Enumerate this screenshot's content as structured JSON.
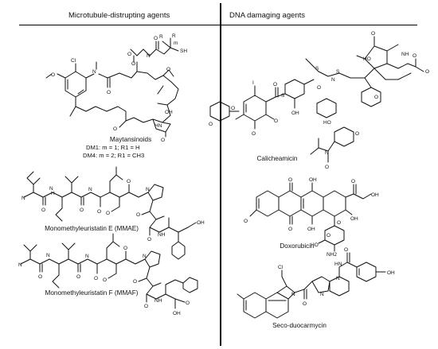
{
  "headers": {
    "left": "Microtubule-distrupting agents",
    "right": "DNA damaging agents"
  },
  "compounds": {
    "maytansinoids": {
      "name": "Maytansinoids",
      "dm1": "DM1: m = 1; R1 = H",
      "dm4": "DM4: m = 2; R1 = CH3"
    },
    "mmae": {
      "name": "Monomethyleuristatin E (MMAE)"
    },
    "mmaf": {
      "name": "Monomethyleuristatin F (MMAF)"
    },
    "calicheamicin": {
      "name": "Calicheamicin"
    },
    "doxorubicin": {
      "name": "Doxorubicin"
    },
    "seco": {
      "name": "Seco-duocarmycin"
    }
  },
  "atoms": {
    "sh": "SH",
    "r1": "R",
    "m": "m",
    "cl": "Cl",
    "n": "N",
    "o": "O",
    "oh": "OH",
    "nh": "NH",
    "h": "H",
    "hn": "HN",
    "s": "S",
    "i": "I",
    "ho": "HO",
    "nh2": "NH2"
  }
}
